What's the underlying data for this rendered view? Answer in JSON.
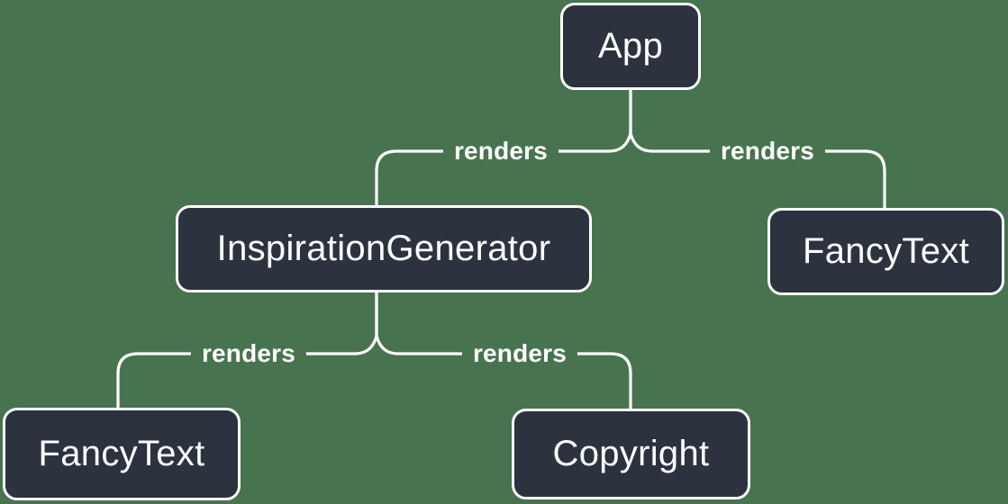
{
  "diagram": {
    "nodes": [
      {
        "id": "app",
        "label": "App"
      },
      {
        "id": "inspiration-generator",
        "label": "InspirationGenerator"
      },
      {
        "id": "fancy-text-top",
        "label": "FancyText"
      },
      {
        "id": "fancy-text-bottom",
        "label": "FancyText"
      },
      {
        "id": "copyright",
        "label": "Copyright"
      }
    ],
    "edges": [
      {
        "from": "App",
        "to": "InspirationGenerator",
        "label": "renders"
      },
      {
        "from": "App",
        "to": "FancyText",
        "label": "renders"
      },
      {
        "from": "InspirationGenerator",
        "to": "FancyText",
        "label": "renders"
      },
      {
        "from": "InspirationGenerator",
        "to": "Copyright",
        "label": "renders"
      }
    ]
  },
  "colors": {
    "background": "#48734F",
    "node-fill": "#2C333F",
    "line": "#FFFFFF",
    "text": "#FFFFFF"
  }
}
